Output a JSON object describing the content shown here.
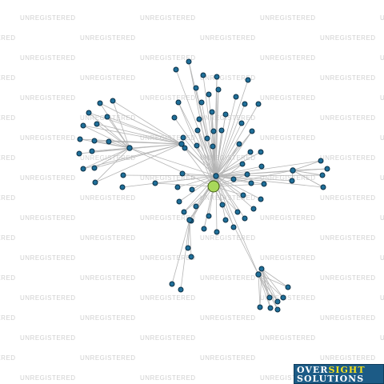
{
  "watermark": {
    "text": "UNREGISTERED"
  },
  "logo": {
    "word1a": "OVER",
    "word1b": "SIGHT",
    "word2": "SOLUTIONS"
  },
  "colors": {
    "node_fill": "#1f6f99",
    "node_stroke": "#0b2f45",
    "focus_fill": "#a8d85a",
    "focus_stroke": "#3f5a12",
    "edge": "#b5b5b5"
  },
  "graph": {
    "nodes": [
      {
        "id": "focus",
        "kind": "focus"
      },
      {
        "id": "h1",
        "kind": "hub"
      },
      {
        "id": "h2",
        "kind": "hub"
      },
      {
        "id": "h3",
        "kind": "hub"
      },
      {
        "id": "h4",
        "kind": "hub"
      },
      {
        "id": "h5",
        "kind": "hub"
      },
      {
        "id": "h6",
        "kind": "hub"
      }
    ]
  }
}
